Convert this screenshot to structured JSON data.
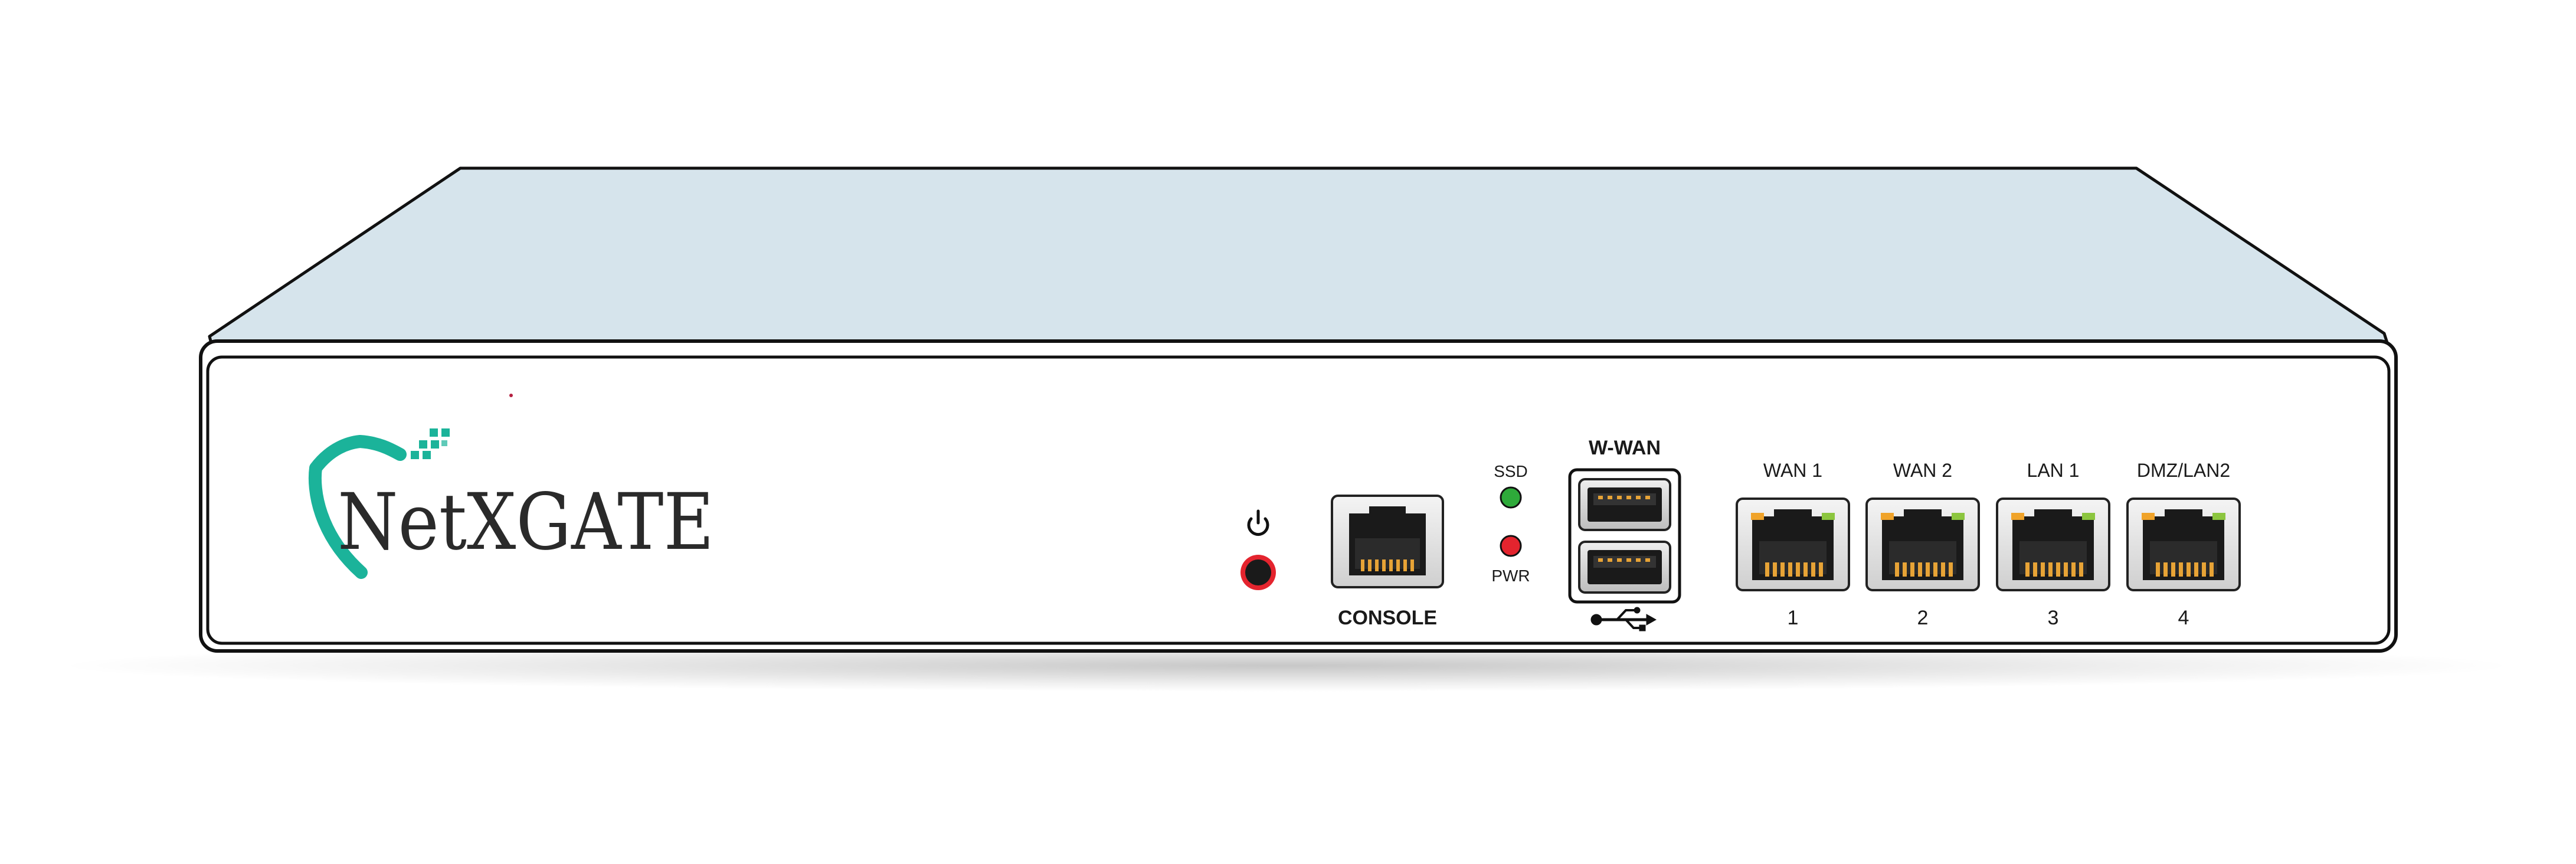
{
  "brand": {
    "name_prefix": "Net",
    "name_suffix": "XGATE",
    "accent_color": "#1bb39a",
    "text_color": "#2a2a2a"
  },
  "front_panel": {
    "power_icon": "power-icon",
    "console_label": "CONSOLE",
    "led_ssd_label": "SSD",
    "led_pwr_label": "PWR",
    "led_ssd_color": "#2eaa3a",
    "led_pwr_color": "#e4242e",
    "usb_title": "W-WAN",
    "usb_icon": "usb-icon",
    "ports": [
      {
        "label": "WAN 1",
        "number": "1"
      },
      {
        "label": "WAN 2",
        "number": "2"
      },
      {
        "label": "LAN 1",
        "number": "3"
      },
      {
        "label": "DMZ/LAN2",
        "number": "4"
      }
    ]
  },
  "colors": {
    "chassis_top": "#d6e4ec",
    "panel": "#ffffff",
    "outline": "#111111",
    "port_gold": "#e7a336",
    "led_amber": "#f0a32a",
    "led_green": "#8cc63f"
  }
}
